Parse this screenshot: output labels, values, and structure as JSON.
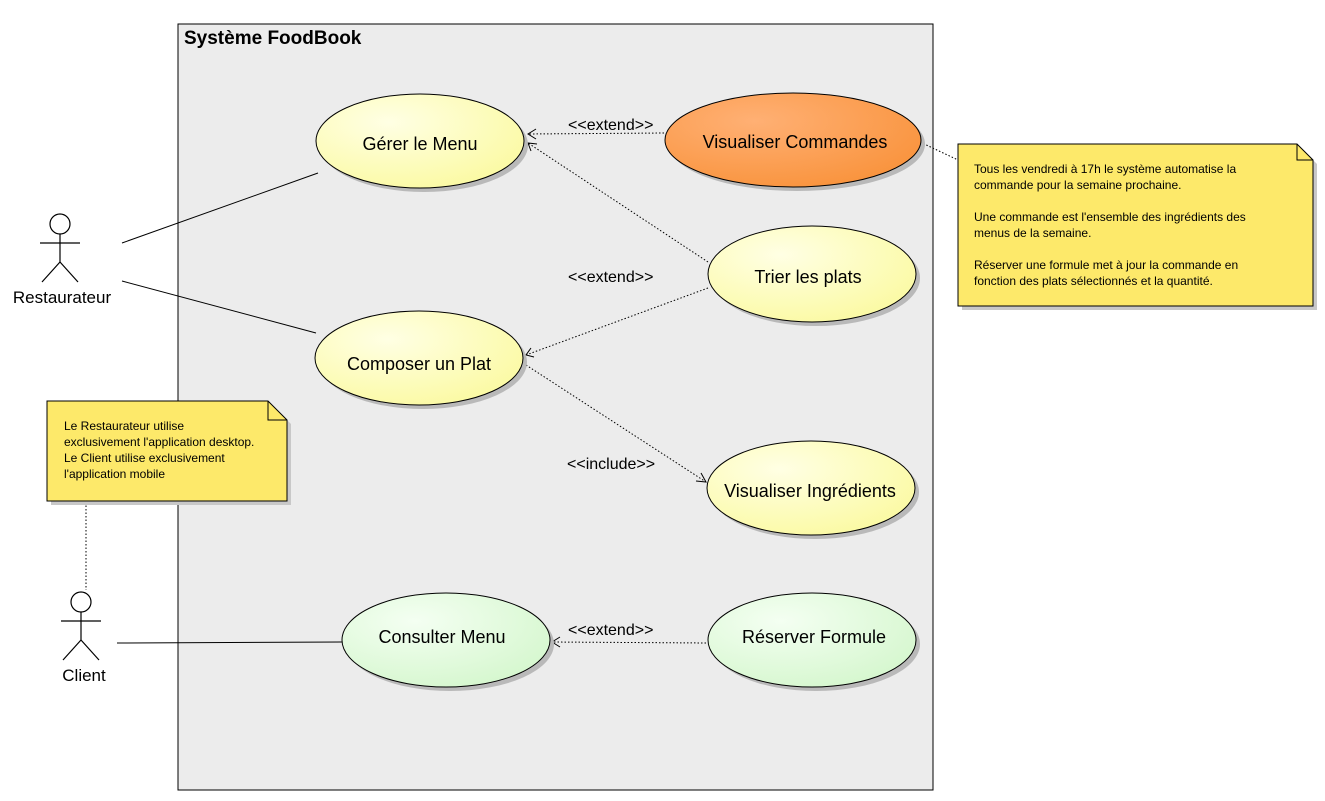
{
  "system": {
    "title": "Système FoodBook"
  },
  "actors": {
    "restaurateur": "Restaurateur",
    "client": "Client"
  },
  "use_cases": {
    "gerer_menu": "Gérer le Menu",
    "visualiser_commandes": "Visualiser Commandes",
    "trier_plats": "Trier les plats",
    "composer_plat": "Composer un Plat",
    "visualiser_ingredients": "Visualiser Ingrédients",
    "consulter_menu": "Consulter Menu",
    "reserver_formule": "Réserver Formule"
  },
  "stereotypes": {
    "extend_commandes": "<<extend>>",
    "extend_trier": "<<extend>>",
    "include_ingredients": "<<include>>",
    "extend_formule": "<<extend>>"
  },
  "notes": {
    "commande": [
      "Tous les vendredi à 17h le système automatise la",
      "commande pour la semaine prochaine.",
      "",
      "Une commande est l'ensemble des ingrédients des",
      "menus de la semaine.",
      "",
      "Réserver une formule met à jour la commande en",
      "fonction des plats sélectionnés et la quantité."
    ],
    "application": [
      "Le Restaurateur utilise",
      "exclusivement l'application desktop.",
      "Le Client utilise exclusivement",
      "l'application mobile"
    ]
  },
  "colors": {
    "system_fill": "#ececec",
    "usecase_yellow": "#ffffc0",
    "usecase_orange": "#ffa050",
    "usecase_green": "#e4fbe0",
    "note_yellow": "#fde96a"
  }
}
